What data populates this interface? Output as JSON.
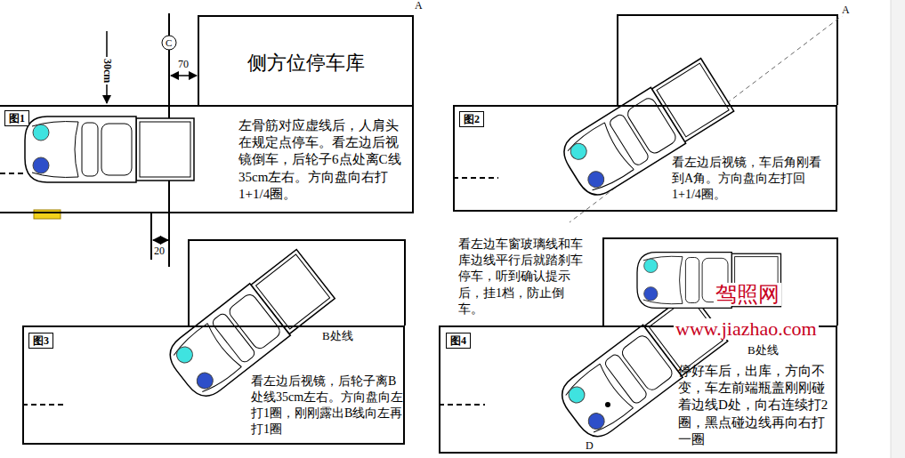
{
  "diagram": {
    "nodes": [
      {
        "text": [
          "左骨筋对应虚线后，人肩头在规定点停车。看左边后视镜倒车，后轮子6点处离C线35cm左右。方向盘向右打1+1/4圈。"
        ]
      },
      {
        "text": [
          "图1"
        ],
        "in": 0
      },
      {
        "text": [
          "侧方位停车库"
        ]
      },
      {
        "text": [
          "看左边后视镜，车后角刚看到A角。方向盘向左打回1+1/4圈。"
        ]
      },
      {
        "text": [
          "图2"
        ],
        "in": 3
      },
      {
        "text": [
          "看左边后视镜，后轮子离B处线35cm左右。方向盘向左打1圈，刚刚露出B线向左再打1圈"
        ]
      },
      {
        "text": [
          "图3"
        ],
        "in": 5
      },
      {
        "text": [
          "停好车后，出库，方向不变，车左前端瓶盖刚刚碰着边线D处，向右连续打2圈，黑点碰边线再向右打一圈"
        ]
      },
      {
        "text": [
          "图4"
        ],
        "in": 7
      }
    ],
    "labels": [
      "A",
      "C",
      "70",
      "30cm",
      "20",
      "A",
      "B处线",
      "看左边车窗玻璃线和车库边线平行后就踏刹车停车，听到确认提示后，挂1档，防止倒车。",
      "B处线",
      "D",
      "驾照网",
      "www.jiazhao.com"
    ]
  }
}
